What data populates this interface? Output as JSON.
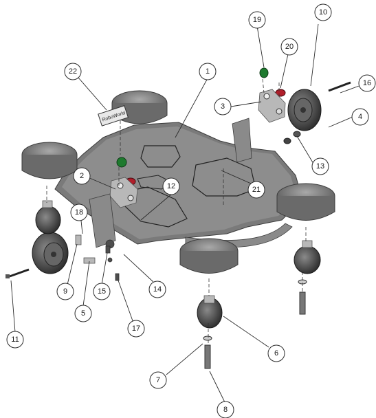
{
  "balloons": [
    "1",
    "2",
    "3",
    "4",
    "5",
    "6",
    "7",
    "8",
    "9",
    "10",
    "11",
    "12",
    "13",
    "14",
    "15",
    "16",
    "17",
    "18",
    "19",
    "20",
    "21",
    "22"
  ],
  "label_text": "RoboWorld",
  "colors": {
    "green_knob": "#1e7a2e",
    "red_knob": "#b01e2a",
    "body": "#7a7a7a",
    "wheel": "#3e3e3e"
  }
}
